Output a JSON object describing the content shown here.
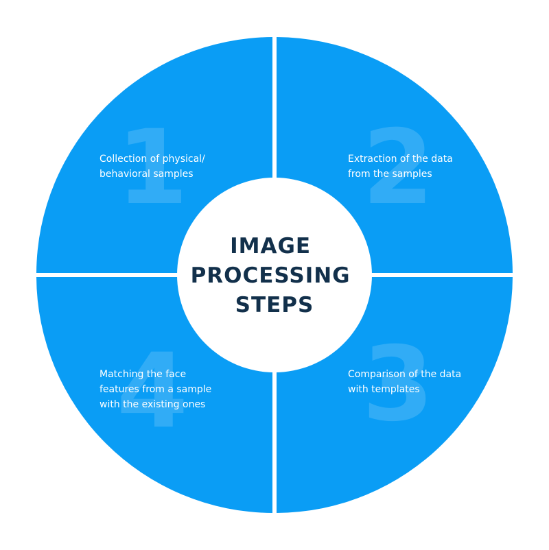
{
  "title_lines": [
    "IMAGE",
    "PROCESSING",
    "STEPS"
  ],
  "steps": [
    {
      "number": "1",
      "lines": [
        "Collection of physical/",
        "behavioral samples"
      ]
    },
    {
      "number": "2",
      "lines": [
        "Extraction of the data",
        "from the samples"
      ]
    },
    {
      "number": "3",
      "lines": [
        "Comparison of the data",
        "with templates"
      ]
    },
    {
      "number": "4",
      "lines": [
        "Matching the face",
        "features from a sample",
        "with the existing ones"
      ]
    }
  ],
  "colors": {
    "quadrant_fill": "#0a9df5",
    "title_text": "#12304b",
    "background": "#ffffff"
  }
}
